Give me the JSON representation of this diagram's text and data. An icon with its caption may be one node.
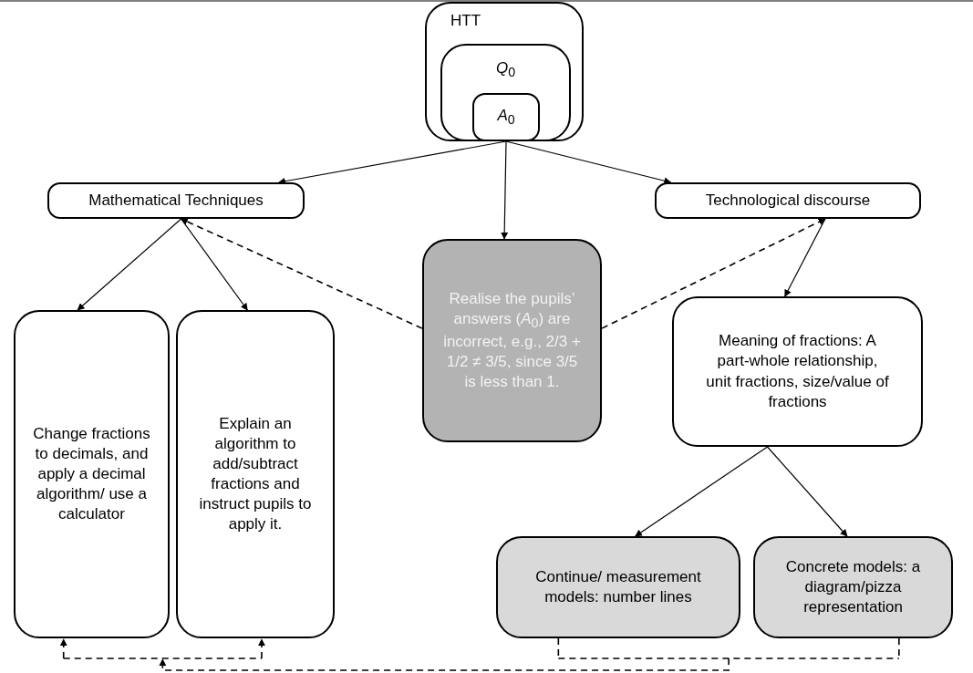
{
  "diagram": {
    "nodes": [
      {
        "text": [
          "HTT"
        ]
      },
      {
        "text": [
          "*Q*$_{0}$"
        ],
        "in": 0
      },
      {
        "text": [
          "*A*$_{0}$"
        ],
        "in": 1
      },
      {
        "text": [
          "Mathematical Techniques"
        ]
      },
      {
        "text": [
          "Technological discourse"
        ]
      },
      {
        "text": [
          "Realise the pupils’ answers (*A*$_{0}$) are incorrect, e.g., 2/3 + 1/2 ≠ 3/5, since 3/5 is less than 1."
        ]
      },
      {
        "text": [
          "Change fractions to decimals, and apply a decimal algorithm/ use a calculator"
        ]
      },
      {
        "text": [
          "Explain an algorithm to add/subtract fractions and instruct pupils to apply it."
        ]
      },
      {
        "text": [
          "Meaning of fractions: A part-whole relationship, unit fractions, size/value of fractions"
        ]
      },
      {
        "text": [
          "Continue/ measurement models: number lines"
        ]
      },
      {
        "text": [
          "Concrete models: a diagram/pizza representation"
        ]
      }
    ],
    "edges": [
      {
        "from": 2,
        "to": 3,
        "arrow": "to"
      },
      {
        "from": 2,
        "to": 5,
        "arrow": "to"
      },
      {
        "from": 2,
        "to": 4,
        "arrow": "to"
      },
      {
        "from": 3,
        "to": 6,
        "arrow": "to"
      },
      {
        "from": 3,
        "to": 7,
        "arrow": "to"
      },
      {
        "from": 4,
        "to": 8,
        "arrow": "to"
      },
      {
        "from": 8,
        "to": 9,
        "arrow": "to"
      },
      {
        "from": 8,
        "to": 10,
        "arrow": "to"
      },
      {
        "from": 5,
        "to": 3,
        "arrow": "to",
        "style": "dashed"
      },
      {
        "from": 5,
        "to": 4,
        "arrow": "to",
        "style": "dashed"
      },
      {
        "from": 9,
        "to": 6,
        "arrow": "to",
        "style": "dashed"
      },
      {
        "from": 9,
        "to": 7,
        "arrow": "to",
        "style": "dashed"
      },
      {
        "from": 10,
        "to": 6,
        "arrow": "to",
        "style": "dashed"
      },
      {
        "from": 10,
        "to": 7,
        "arrow": "to",
        "style": "dashed"
      }
    ]
  }
}
